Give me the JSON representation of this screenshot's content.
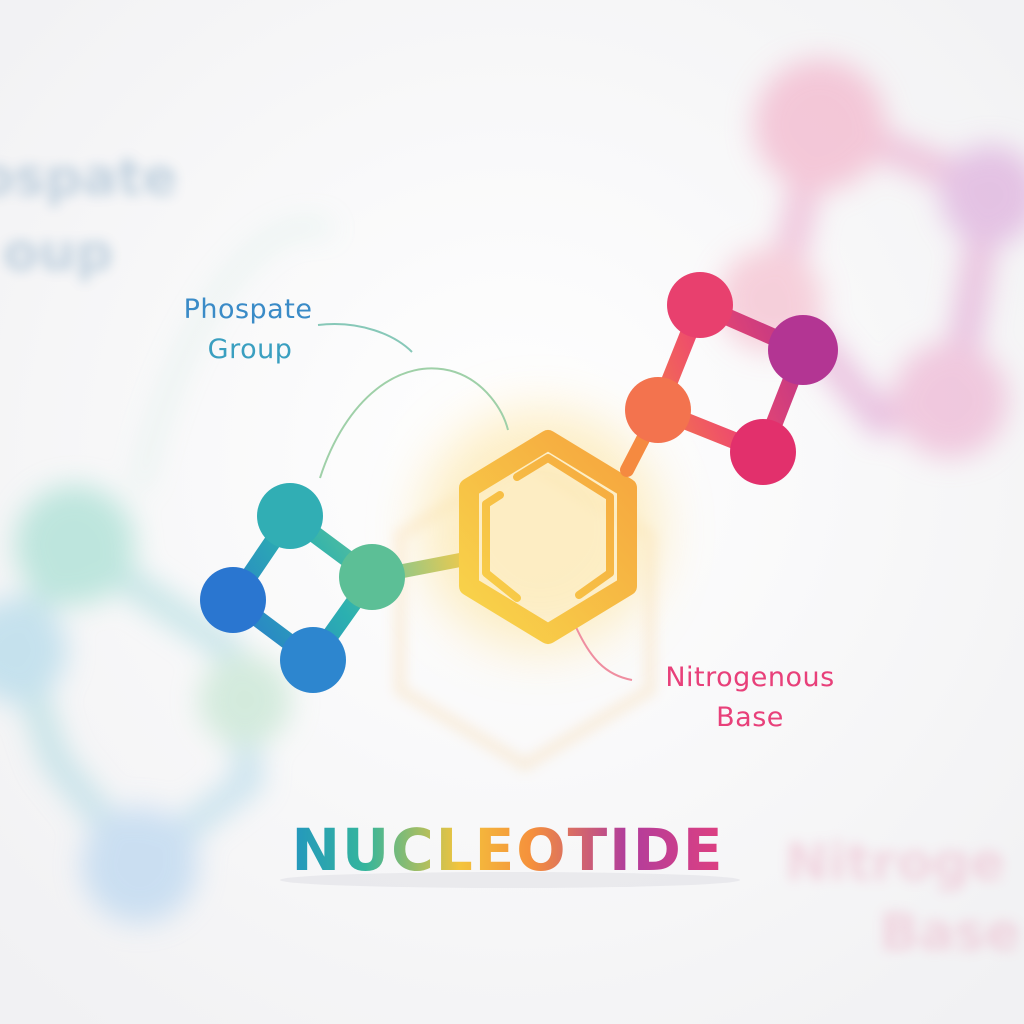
{
  "diagram": {
    "title": "NUCLEOTIDE",
    "labels": {
      "phosphate_line1": "Phospate",
      "phosphate_line2": "Group",
      "base_line1": "Nitrogenous",
      "base_line2": "Base"
    },
    "ghost_labels": {
      "left_line1": "ospate",
      "left_line2": "oup",
      "right_line1": "Nitroge",
      "right_line2": "Base"
    },
    "colors": {
      "blue": "#2f7fd0",
      "teal": "#2fb5a8",
      "yellow": "#f7c948",
      "orange": "#f59a3c",
      "pink": "#ec4378",
      "purple": "#b0308e",
      "phosphate_label": "#3a8fc4",
      "base_label": "#e6447a"
    }
  }
}
